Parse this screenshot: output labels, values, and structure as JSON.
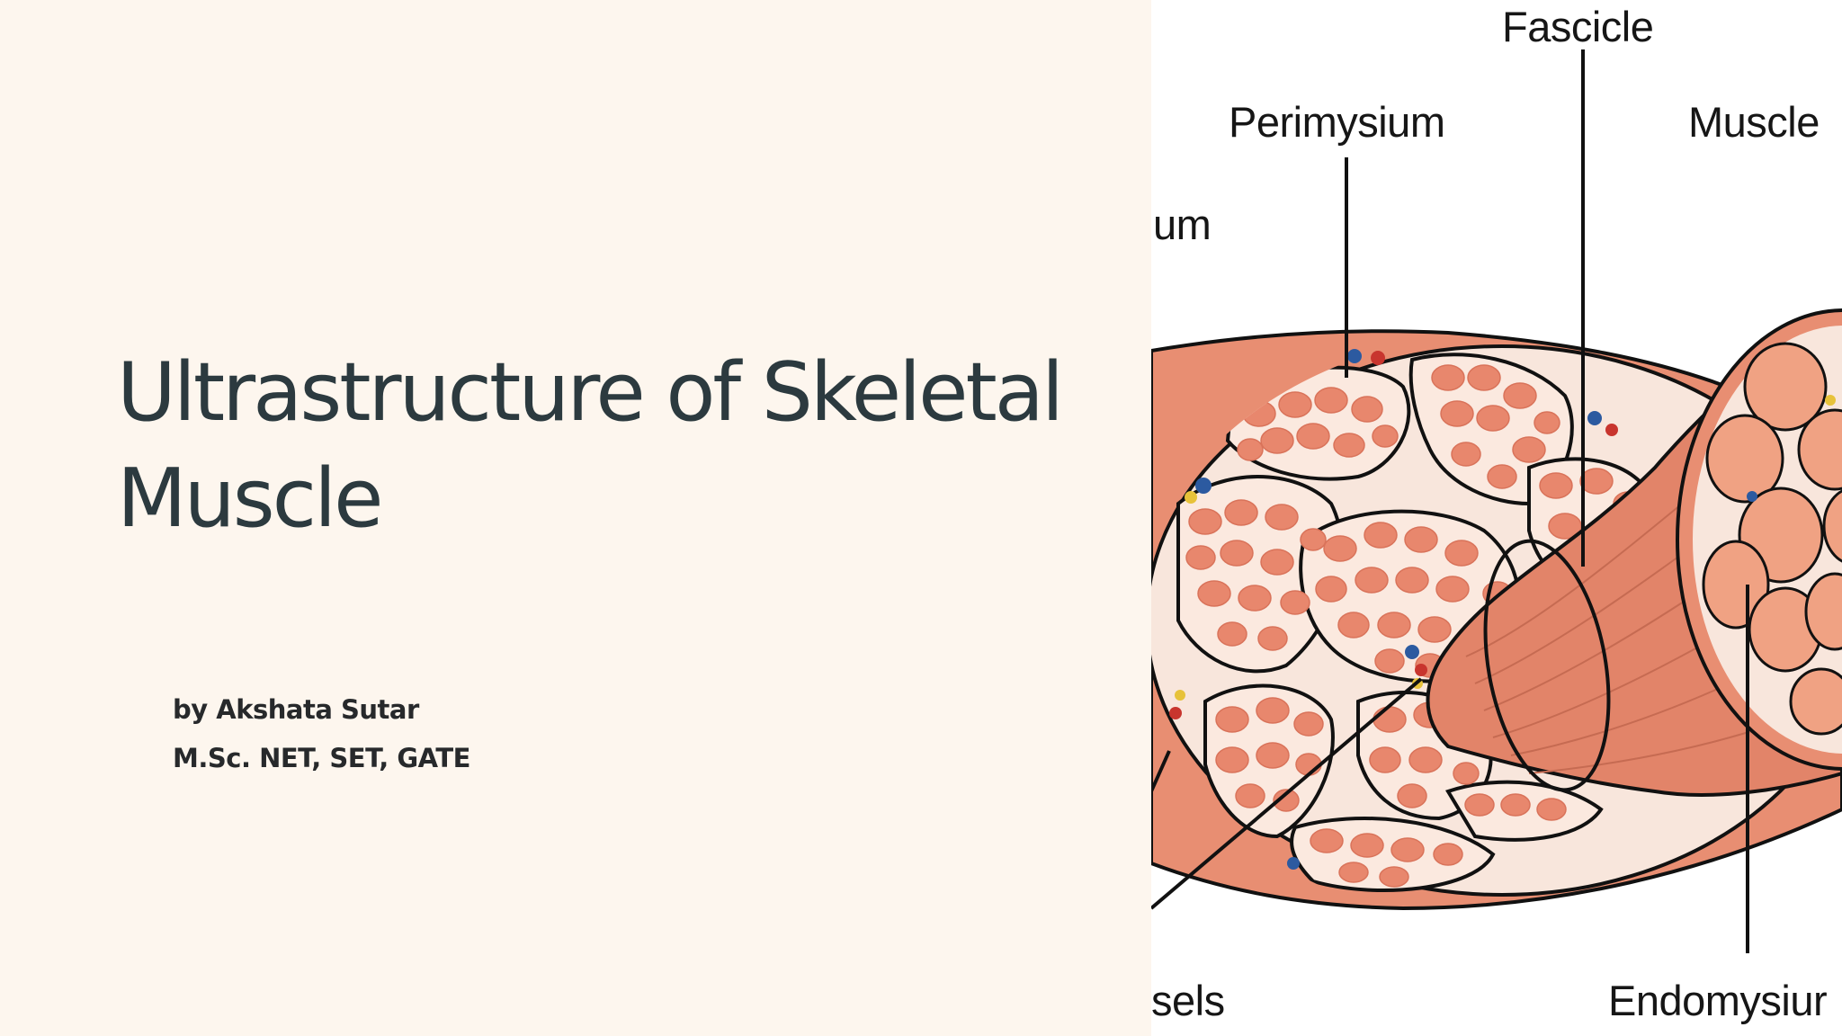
{
  "slide": {
    "title": "Ultrastructure of Skeletal Muscle",
    "author_line": "by Akshata Sutar",
    "credentials_line": "M.Sc. NET, SET, GATE"
  },
  "figure": {
    "labels": {
      "fascicle": "Fascicle",
      "perimysium": "Perimysium",
      "muscle": "Muscle",
      "epimysium_partial": "um",
      "vessels_partial": "sels",
      "endomysium": "Endomysiur"
    },
    "colors": {
      "muscle_fill": "#e88e72",
      "fiber_fill": "#e8876d",
      "connective_tissue": "#f8e6dc",
      "outline": "#111111",
      "vein": "#2c5aa0",
      "artery": "#c8352e",
      "nerve": "#e7c23a"
    }
  },
  "colors": {
    "panel_background": "#fdf6ee",
    "title_text": "#2c3a3f",
    "body_text": "#27292b"
  }
}
